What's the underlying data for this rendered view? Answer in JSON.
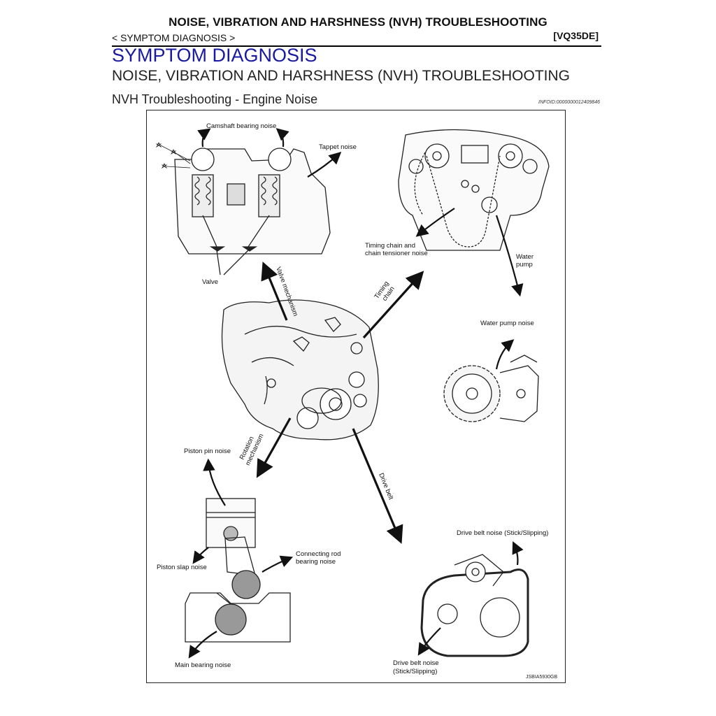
{
  "header": {
    "title": "NOISE, VIBRATION AND HARSHNESS (NVH) TROUBLESHOOTING",
    "breadcrumb": "< SYMPTOM DIAGNOSIS >",
    "engine": "[VQ35DE]"
  },
  "section_title": "SYMPTOM DIAGNOSIS",
  "subsection_title": "NOISE, VIBRATION AND HARSHNESS (NVH) TROUBLESHOOTING",
  "topic_title": "NVH Troubleshooting - Engine Noise",
  "info_id": "INFOID:0000000012409846",
  "figure": {
    "labels": {
      "camshaft_bearing_noise": "Camshaft bearing noise",
      "tappet_noise": "Tappet noise",
      "valve": "Valve",
      "valve_mechanism": "Valve mechanism",
      "timing_chain_line1": "Timing",
      "timing_chain_line2": "chain",
      "timing_chain_noise_line1": "Timing chain and",
      "timing_chain_noise_line2": "chain tensioner noise",
      "water_pump_line1": "Water",
      "water_pump_line2": "pump",
      "water_pump_noise": "Water pump noise",
      "rotation_mechanism_line1": "Rotation",
      "rotation_mechanism_line2": "mechanism",
      "drive_belt": "Drive belt",
      "piston_pin_noise": "Piston pin noise",
      "piston_slap_noise": "Piston slap noise",
      "connecting_rod_line1": "Connecting rod",
      "connecting_rod_line2": "bearing noise",
      "main_bearing_noise": "Main bearing noise",
      "drive_belt_noise_top": "Drive belt noise (Stick/Slipping)",
      "drive_belt_noise_bottom_line1": "Drive belt noise",
      "drive_belt_noise_bottom_line2": "(Stick/Slipping)",
      "figure_code": "JSBIA5930GB"
    }
  }
}
